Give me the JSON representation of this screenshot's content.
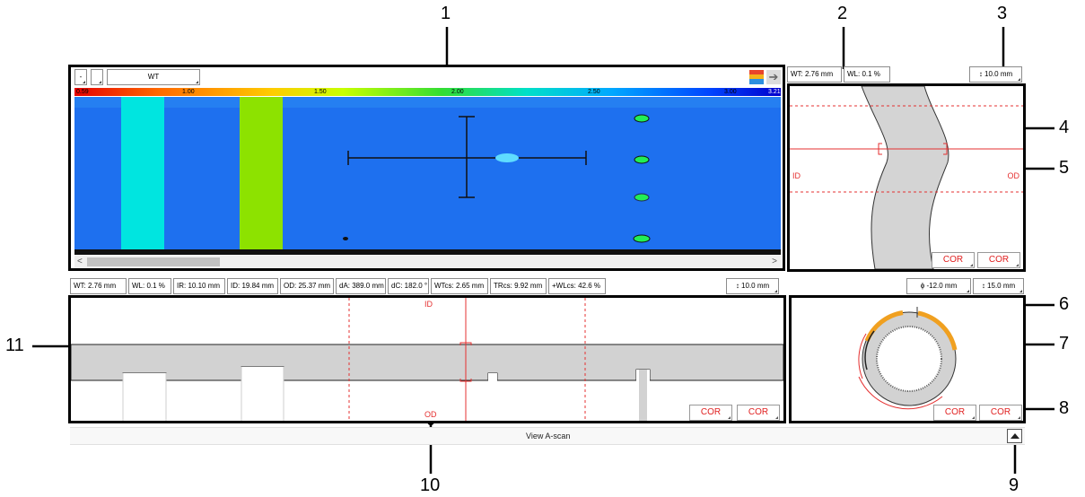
{
  "callouts": [
    "1",
    "2",
    "3",
    "4",
    "5",
    "6",
    "7",
    "8",
    "9",
    "10",
    "11"
  ],
  "cscan": {
    "dropdown1": "-",
    "dropdown2": "",
    "dropdown3": "WT",
    "scale_labels": [
      "0.59",
      "1.00",
      "1.50",
      "2.00",
      "2.50",
      "3.00",
      "3.21"
    ],
    "scrollbar_left": "<",
    "scrollbar_right": ">",
    "palette_icon": "palette-icon",
    "arrow_icon": "arrow-right-icon"
  },
  "bscan_right": {
    "wt": "WT: 2.76 mm",
    "wl": "WL: 0.1 %",
    "range": "10.0 mm",
    "range_icon": "vertical-range-icon",
    "id_label": "ID",
    "od_label": "OD",
    "cor1": "COR",
    "cor2": "COR"
  },
  "polar": {
    "angle": "-12.0 mm",
    "angle_icon": "phi-icon",
    "range": "15.0 mm",
    "range_icon": "vertical-range-icon",
    "cor1": "COR",
    "cor2": "COR"
  },
  "bscan_main": {
    "readouts": [
      "WT: 2.76 mm",
      "WL: 0.1 %",
      "IR: 10.10 mm",
      "ID: 19.84 mm",
      "OD: 25.37 mm",
      "dA: 389.0 mm",
      "dC: 182.0 °",
      "WTcs: 2.65 mm",
      "TRcs: 9.92 mm",
      "+WLcs: 42.6 %"
    ],
    "range": "10.0 mm",
    "range_icon": "vertical-range-icon",
    "id_label": "ID",
    "od_label": "OD",
    "cor1": "COR",
    "cor2": "COR"
  },
  "ascan_bar": {
    "label": "View A-scan",
    "toggle_icon": "triangle-up-icon"
  }
}
